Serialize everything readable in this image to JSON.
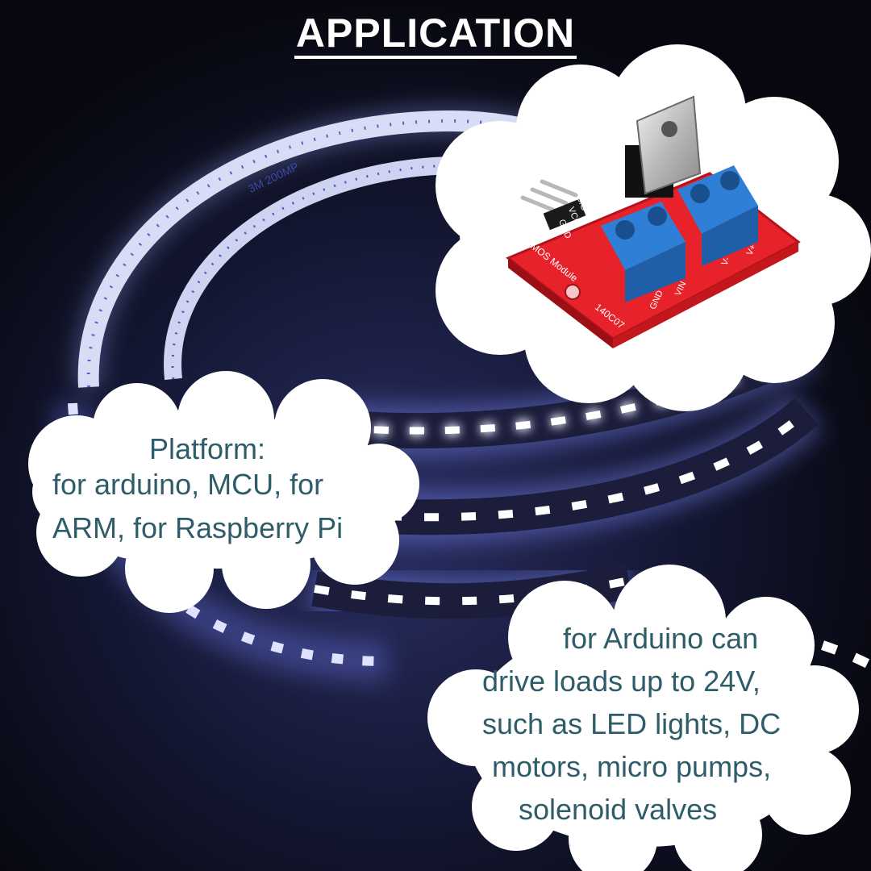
{
  "title": "APPLICATION",
  "board": {
    "pin_labels": [
      "SIG",
      "VCC",
      "GND"
    ],
    "module_label": "MOS Module",
    "model": "140C07",
    "terminal_labels": [
      "GND",
      "VIN",
      "V-",
      "V+"
    ]
  },
  "strip": {
    "tape_text": "3M 200MP"
  },
  "platform_bubble": {
    "lines": [
      "Platform:",
      "for arduino, MCU, for",
      "ARM, for Raspberry Pi"
    ]
  },
  "loads_bubble": {
    "lines": [
      "for Arduino can",
      "drive loads up to 24V,",
      "such as LED lights, DC",
      "motors, micro pumps,",
      "solenoid valves"
    ]
  },
  "colors": {
    "background": "#0b0c1c",
    "bubble": "#ffffff",
    "text": "#2f5c69",
    "pcb": "#e8222b",
    "terminal": "#2f7fd6"
  }
}
